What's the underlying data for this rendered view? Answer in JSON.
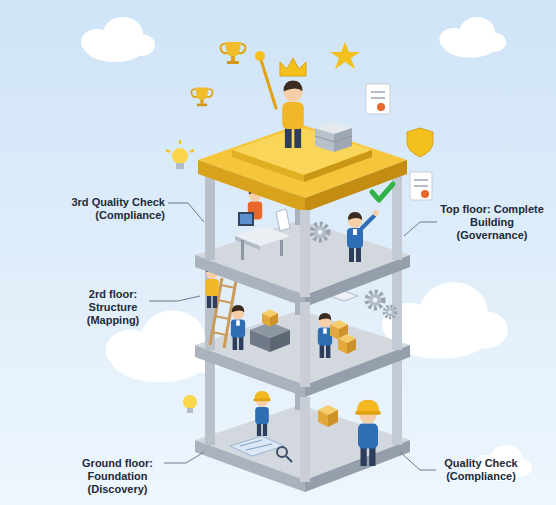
{
  "diagram": {
    "labels": [
      "3rd Quality Check (Compliance)",
      "2rd floor: Structure (Mapping)",
      "Ground floor: Foundation (Discovery)",
      "Top floor: Complete Building (Governance)",
      "Quality Check (Compliance)"
    ]
  }
}
